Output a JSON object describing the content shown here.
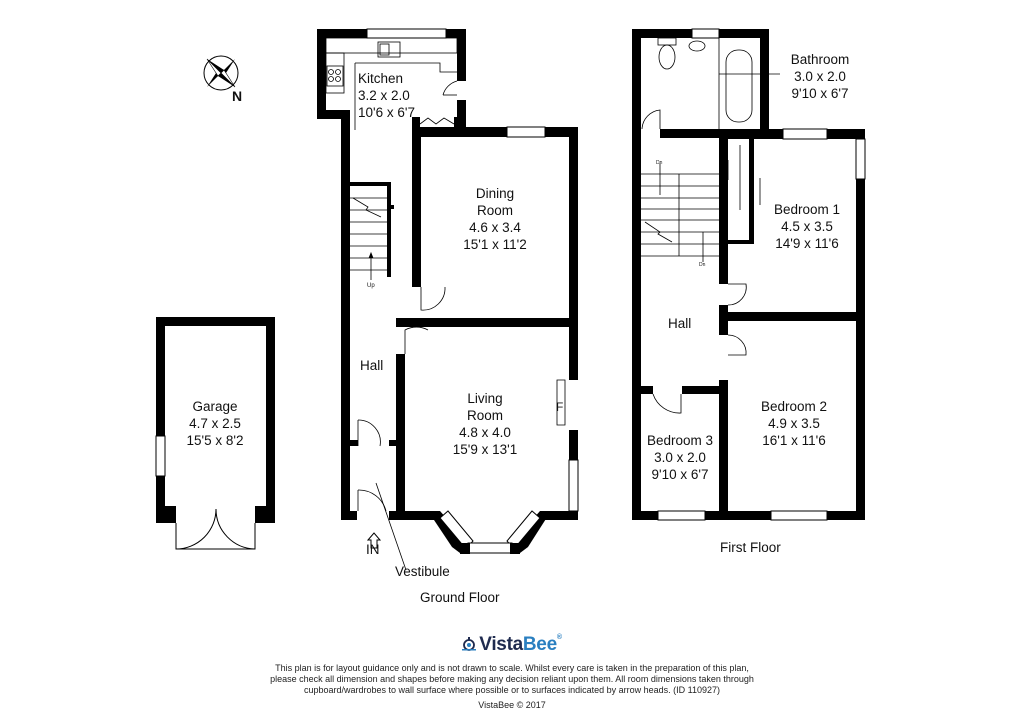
{
  "compass": {
    "label": "N",
    "icon": "compass-rose-icon"
  },
  "ground_floor": {
    "title": "Ground Floor",
    "rooms": [
      {
        "name": "Kitchen",
        "metric": "3.2 x 2.0",
        "imperial": "10'6 x 6'7"
      },
      {
        "name": "Dining Room",
        "name_line1": "Dining",
        "name_line2": "Room",
        "metric": "4.6 x 3.4",
        "imperial": "15'1 x 11'2"
      },
      {
        "name": "Living Room",
        "name_line1": "Living",
        "name_line2": "Room",
        "metric": "4.8 x 4.0",
        "imperial": "15'9 x 13'1"
      },
      {
        "name": "Hall"
      },
      {
        "name": "Vestibule"
      }
    ],
    "entrance_label": "IN",
    "stairs_label": "Up",
    "fireplace_label": "F"
  },
  "garage": {
    "name": "Garage",
    "metric": "4.7 x 2.5",
    "imperial": "15'5 x 8'2"
  },
  "first_floor": {
    "title": "First Floor",
    "rooms": [
      {
        "name": "Bathroom",
        "metric": "3.0 x 2.0",
        "imperial": "9'10 x 6'7"
      },
      {
        "name": "Bedroom 1",
        "metric": "4.5 x 3.5",
        "imperial": "14'9 x 11'6"
      },
      {
        "name": "Bedroom 2",
        "metric": "4.9 x 3.5",
        "imperial": "16'1 x 11'6"
      },
      {
        "name": "Bedroom 3",
        "metric": "3.0 x 2.0",
        "imperial": "9'10 x 6'7"
      },
      {
        "name": "Hall"
      }
    ],
    "stairs_label": "Dn"
  },
  "footer": {
    "brand_part1": "Vista",
    "brand_part2": "Bee",
    "brand_reg": "®",
    "disclaimer_line1": "This plan is for layout guidance only and is not drawn to scale. Whilst every care is taken in the preparation of this plan,",
    "disclaimer_line2": "please check all dimension and shapes before making any decision reliant upon them. All room dimensions taken through",
    "disclaimer_line3": "cupboard/wardrobes to wall surface where possible or to surfaces indicated by arrow heads. (ID 110927)",
    "copyright": "VistaBee © 2017"
  },
  "colors": {
    "wall": "#000000",
    "brand_dark": "#1f2b4f",
    "brand_blue": "#2a7fc0"
  }
}
